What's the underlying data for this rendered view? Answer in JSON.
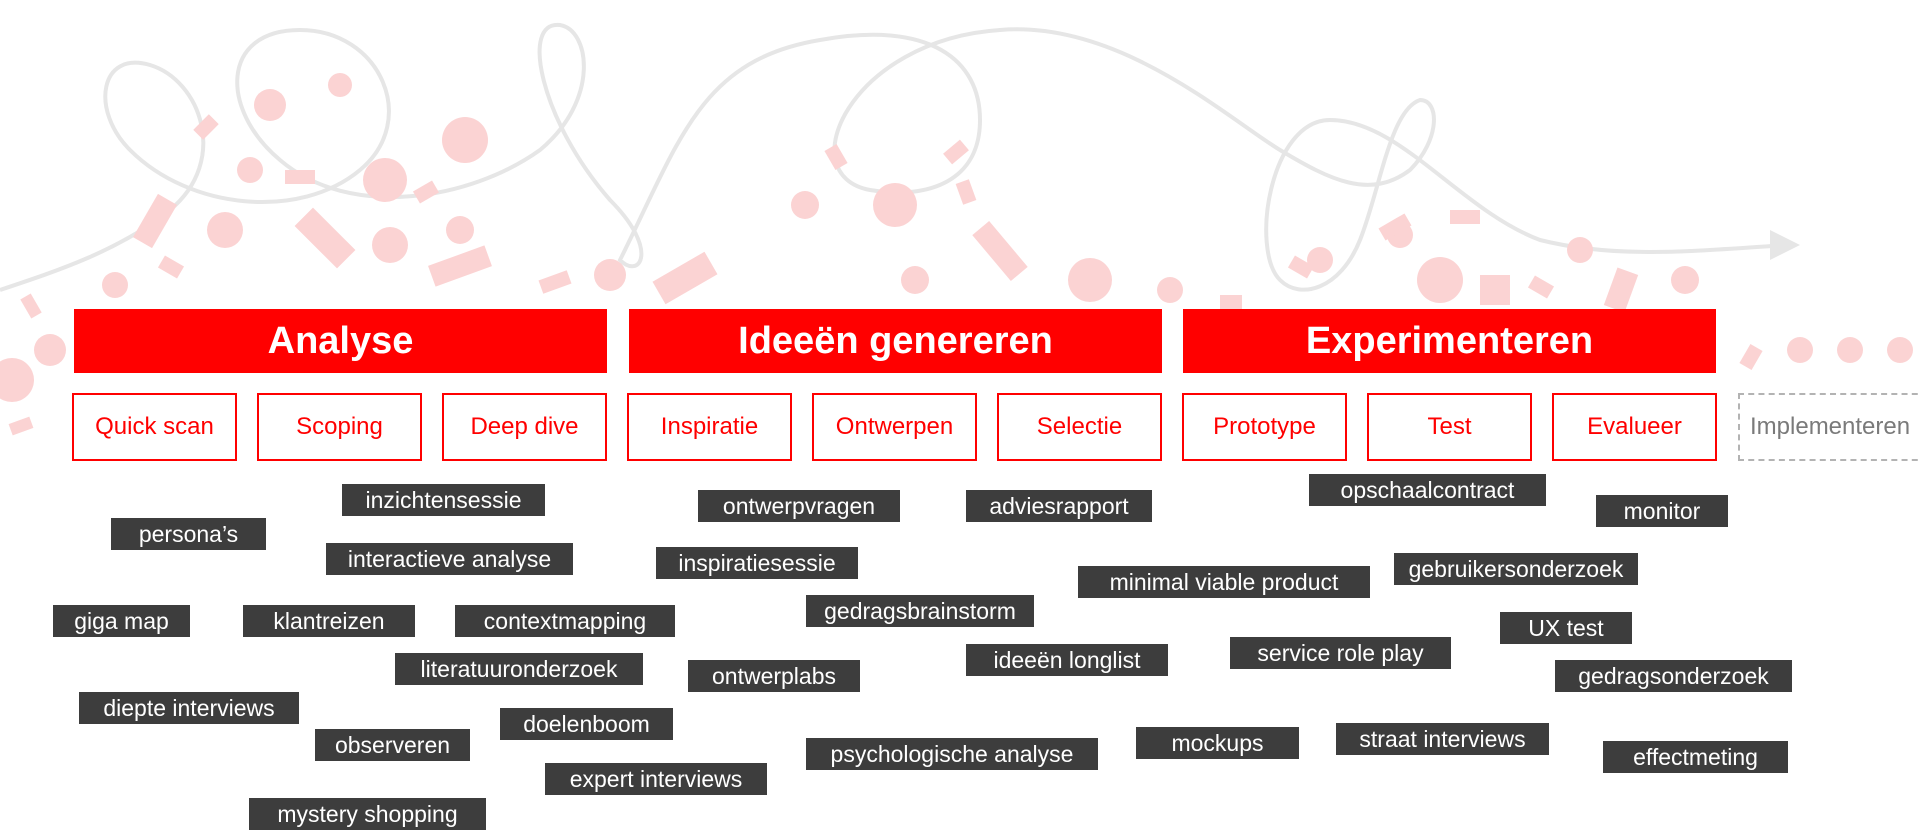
{
  "phases": [
    {
      "label": "Analyse"
    },
    {
      "label": "Ideeën genereren"
    },
    {
      "label": "Experimenteren"
    }
  ],
  "steps": [
    {
      "label": "Quick scan"
    },
    {
      "label": "Scoping"
    },
    {
      "label": "Deep dive"
    },
    {
      "label": "Inspiratie"
    },
    {
      "label": "Ontwerpen"
    },
    {
      "label": "Selectie"
    },
    {
      "label": "Prototype"
    },
    {
      "label": "Test"
    },
    {
      "label": "Evalueer"
    },
    {
      "label": "Implementeren"
    }
  ],
  "methods": {
    "inzichtensessie": "inzichtensessie",
    "personas": "persona’s",
    "interactieve_analyse": "interactieve analyse",
    "giga_map": "giga map",
    "klantreizen": "klantreizen",
    "contextmapping": "contextmapping",
    "literatuuronderzoek": "literatuuronderzoek",
    "diepte_interviews": "diepte interviews",
    "observeren": "observeren",
    "doelenboom": "doelenboom",
    "expert_interviews": "expert interviews",
    "mystery_shopping": "mystery shopping",
    "ontwerpvragen": "ontwerpvragen",
    "adviesrapport": "adviesrapport",
    "inspiratiesessie": "inspiratiesessie",
    "gedragsbrainstorm": "gedragsbrainstorm",
    "ideeen_longlist": "ideeën longlist",
    "ontwerplabs": "ontwerplabs",
    "psychologische_analyse": "psychologische analyse",
    "minimal_viable_product": "minimal viable product",
    "opschaalcontract": "opschaalcontract",
    "monitor": "monitor",
    "gebruikersonderzoek": "gebruikersonderzoek",
    "ux_test": "UX test",
    "service_role_play": "service role play",
    "gedragsonderzoek": "gedragsonderzoek",
    "mockups": "mockups",
    "straat_interviews": "straat interviews",
    "effectmeting": "effectmeting"
  },
  "colors": {
    "accent": "#ff0000",
    "tag_background": "#3d3d3d",
    "decor_pink": "#fbd3d3",
    "decor_line": "#e6e6e6",
    "dashed_border": "#b3b3b3"
  }
}
